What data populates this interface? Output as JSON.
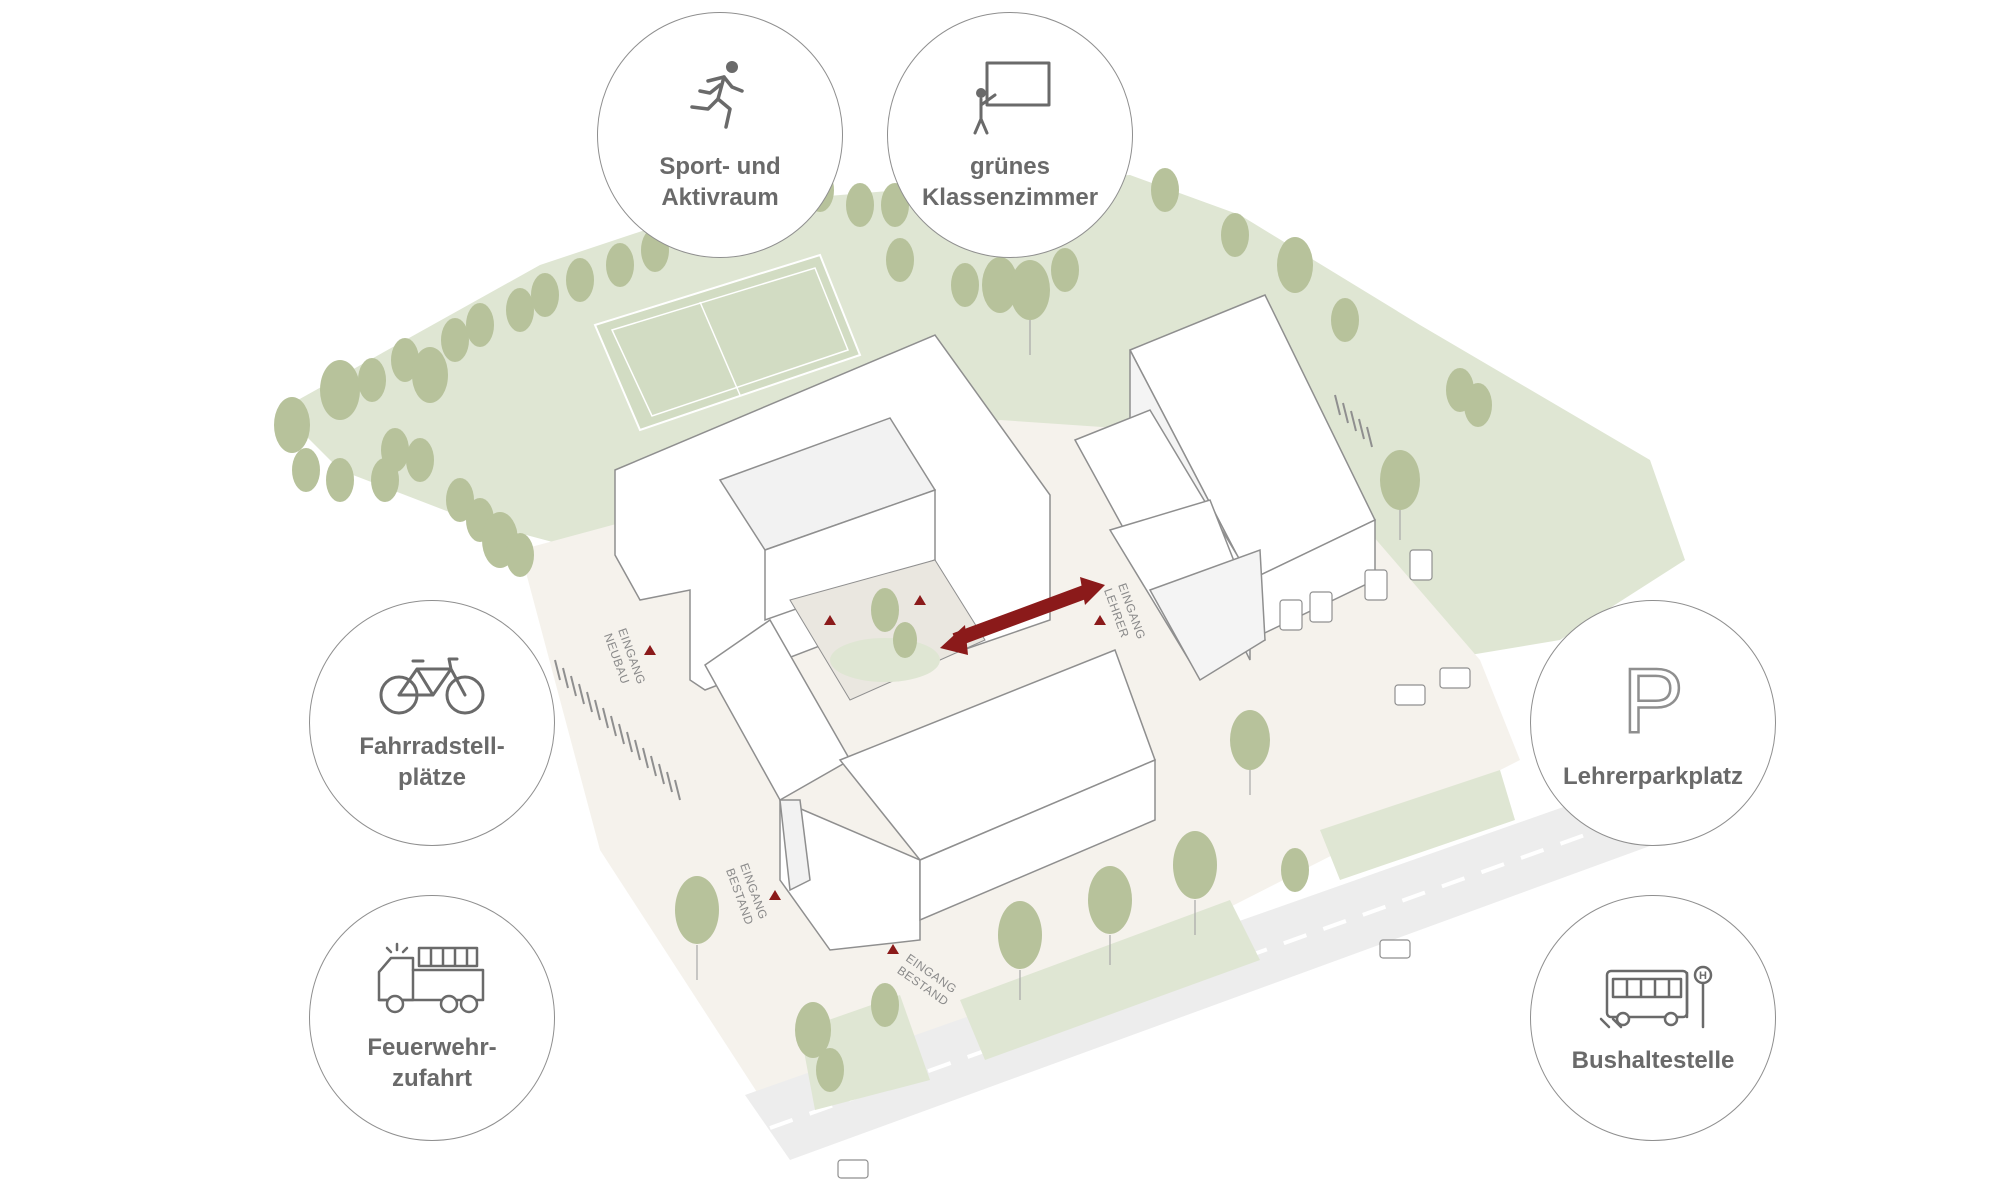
{
  "colors": {
    "green_area": "#dfe6d3",
    "paved_area": "#f5f2ec",
    "road": "#ededed",
    "tree": "#b7c29b",
    "building": "#ffffff",
    "outline": "#8f8f8f",
    "accent_red": "#8b1a1a"
  },
  "circles": {
    "sport": {
      "label": "Sport- und\nAktivraum",
      "icon": "running-person-icon"
    },
    "klassenzimmer": {
      "label": "grünes\nKlassenzimmer",
      "icon": "teacher-board-icon"
    },
    "fahrrad": {
      "label": "Fahrradstell-\nplätze",
      "icon": "bicycle-icon"
    },
    "feuerwehr": {
      "label": "Feuerwehr-\nzufahrt",
      "icon": "fire-truck-icon"
    },
    "parkplatz": {
      "label": "Lehrerparkplatz",
      "icon": "parking-icon",
      "symbol": "P"
    },
    "bus": {
      "label": "Bushaltestelle",
      "icon": "bus-stop-icon",
      "sign": "H"
    }
  },
  "map_labels": {
    "eingang_neubau": "EINGANG\nNEUBAU",
    "eingang_lehrer": "EINGANG\nLEHRER",
    "eingang_bestand_side": "EINGANG\nBESTAND",
    "eingang_bestand_front": "EINGANG\nBESTAND"
  }
}
